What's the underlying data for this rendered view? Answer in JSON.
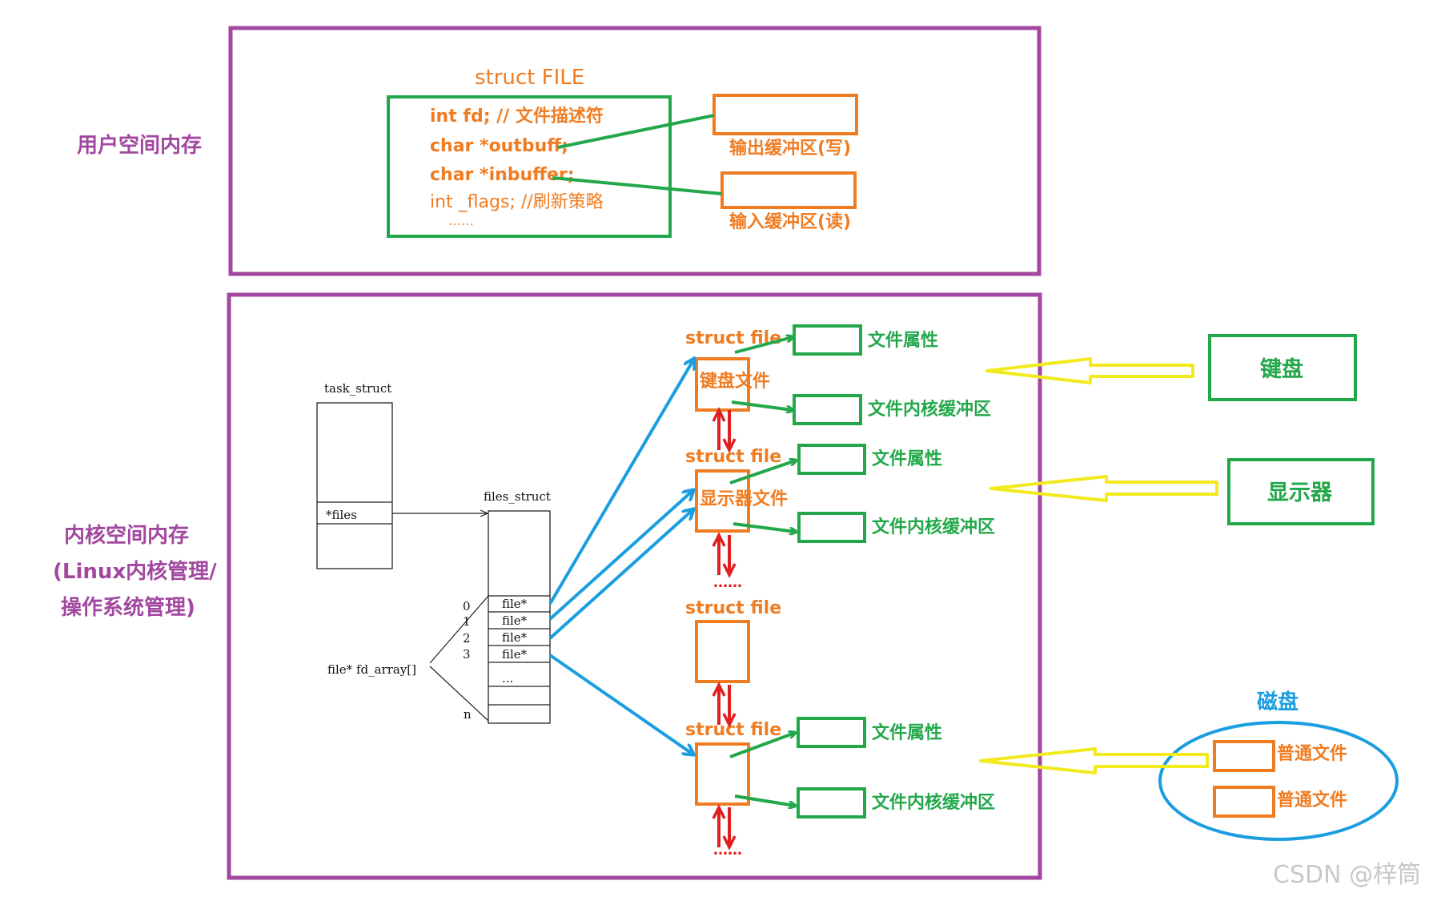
{
  "labels": {
    "user_space": "用户空间内存",
    "kernel_line1": "内核空间内存",
    "kernel_line2": "(Linux内核管理/",
    "kernel_line3": "操作系统管理)"
  },
  "struct_FILE": {
    "title": "struct FILE",
    "fields": [
      "int fd; // 文件描述符",
      "char *outbuff;",
      "char *inbuffer;",
      "int _flags; //刷新策略",
      "……"
    ],
    "output_buffer": "输出缓冲区(写)",
    "input_buffer": "输入缓冲区(读)"
  },
  "task": {
    "task_struct": "task_struct",
    "files_field": "*files",
    "files_struct": "files_struct",
    "fd_array": "file* fd_array[]",
    "indices": [
      "0",
      "1",
      "2",
      "3",
      "n"
    ],
    "slots": [
      "file*",
      "file*",
      "file*",
      "file*",
      "..."
    ]
  },
  "struct_files": [
    {
      "title": "struct file",
      "inner": "键盘文件",
      "attr": "文件属性",
      "buffer": "文件内核缓冲区"
    },
    {
      "title": "struct file",
      "inner": "显示器文件",
      "attr": "文件属性",
      "buffer": "文件内核缓冲区"
    },
    {
      "title": "struct file",
      "inner": "",
      "attr": "",
      "buffer": ""
    },
    {
      "title": "struct file",
      "inner": "",
      "attr": "文件属性",
      "buffer": "文件内核缓冲区"
    }
  ],
  "ellipsis": "……",
  "devices": {
    "keyboard": "键盘",
    "display": "显示器",
    "disk": "磁盘",
    "regular_file": "普通文件"
  },
  "watermark": "CSDN @梓筒",
  "colors": {
    "purple": "#a2479f",
    "green": "#22a84a",
    "orange": "#f07c22",
    "blue": "#1a9ee0",
    "red": "#e02020",
    "yellow": "#f2ea1c"
  }
}
